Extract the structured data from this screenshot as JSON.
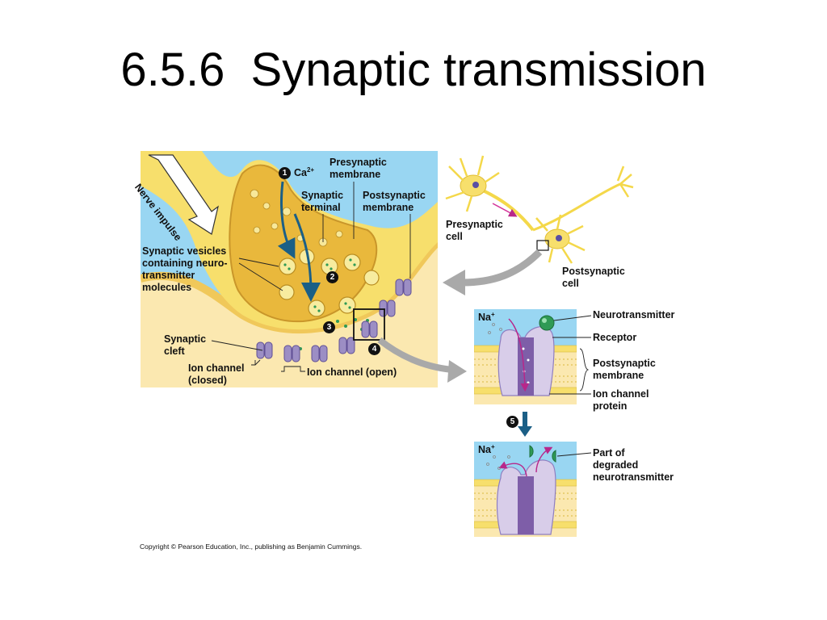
{
  "title": "6.5.6  Synaptic transmission",
  "labels": {
    "nerve_impulse": "Nerve impulse",
    "presynaptic_membrane": "Presynaptic\nmembrane",
    "ca": "Ca",
    "ca_charge": "2+",
    "synaptic_terminal": "Synaptic\nterminal",
    "postsynaptic_membrane": "Postsynaptic\nmembrane",
    "synaptic_vesicles": "Synaptic vesicles\ncontaining neuro-\ntransmitter\nmolecules",
    "synaptic_cleft": "Synaptic\ncleft",
    "ion_channel_closed": "Ion channel\n(closed)",
    "ion_channel_open": "Ion channel (open)",
    "presynaptic_cell": "Presynaptic\ncell",
    "postsynaptic_cell": "Postsynaptic\ncell",
    "na_top": "Na",
    "na_bottom": "Na",
    "na_charge": "+",
    "neurotransmitter": "Neurotransmitter",
    "receptor": "Receptor",
    "postsynaptic_membrane_detail": "Postsynaptic\nmembrane",
    "ion_channel_protein": "Ion channel\nprotein",
    "degraded": "Part of\ndegraded\nneurotransmitter"
  },
  "steps": [
    "1",
    "2",
    "3",
    "4",
    "5"
  ],
  "colors": {
    "fluid_blue": "#99d6f2",
    "cell_yellow": "#f7df6c",
    "terminal_gold": "#e9b83c",
    "cleft_cream": "#fbe8b0",
    "channel_purple": "#9c8ec4",
    "arrow_teal": "#1b5f86",
    "arrow_magenta": "#b8278a",
    "nt_green": "#2f9a55",
    "pointer_gray": "#a9a9a9"
  },
  "copyright": "Copyright © Pearson Education, Inc., publishing as Benjamin Cummings."
}
